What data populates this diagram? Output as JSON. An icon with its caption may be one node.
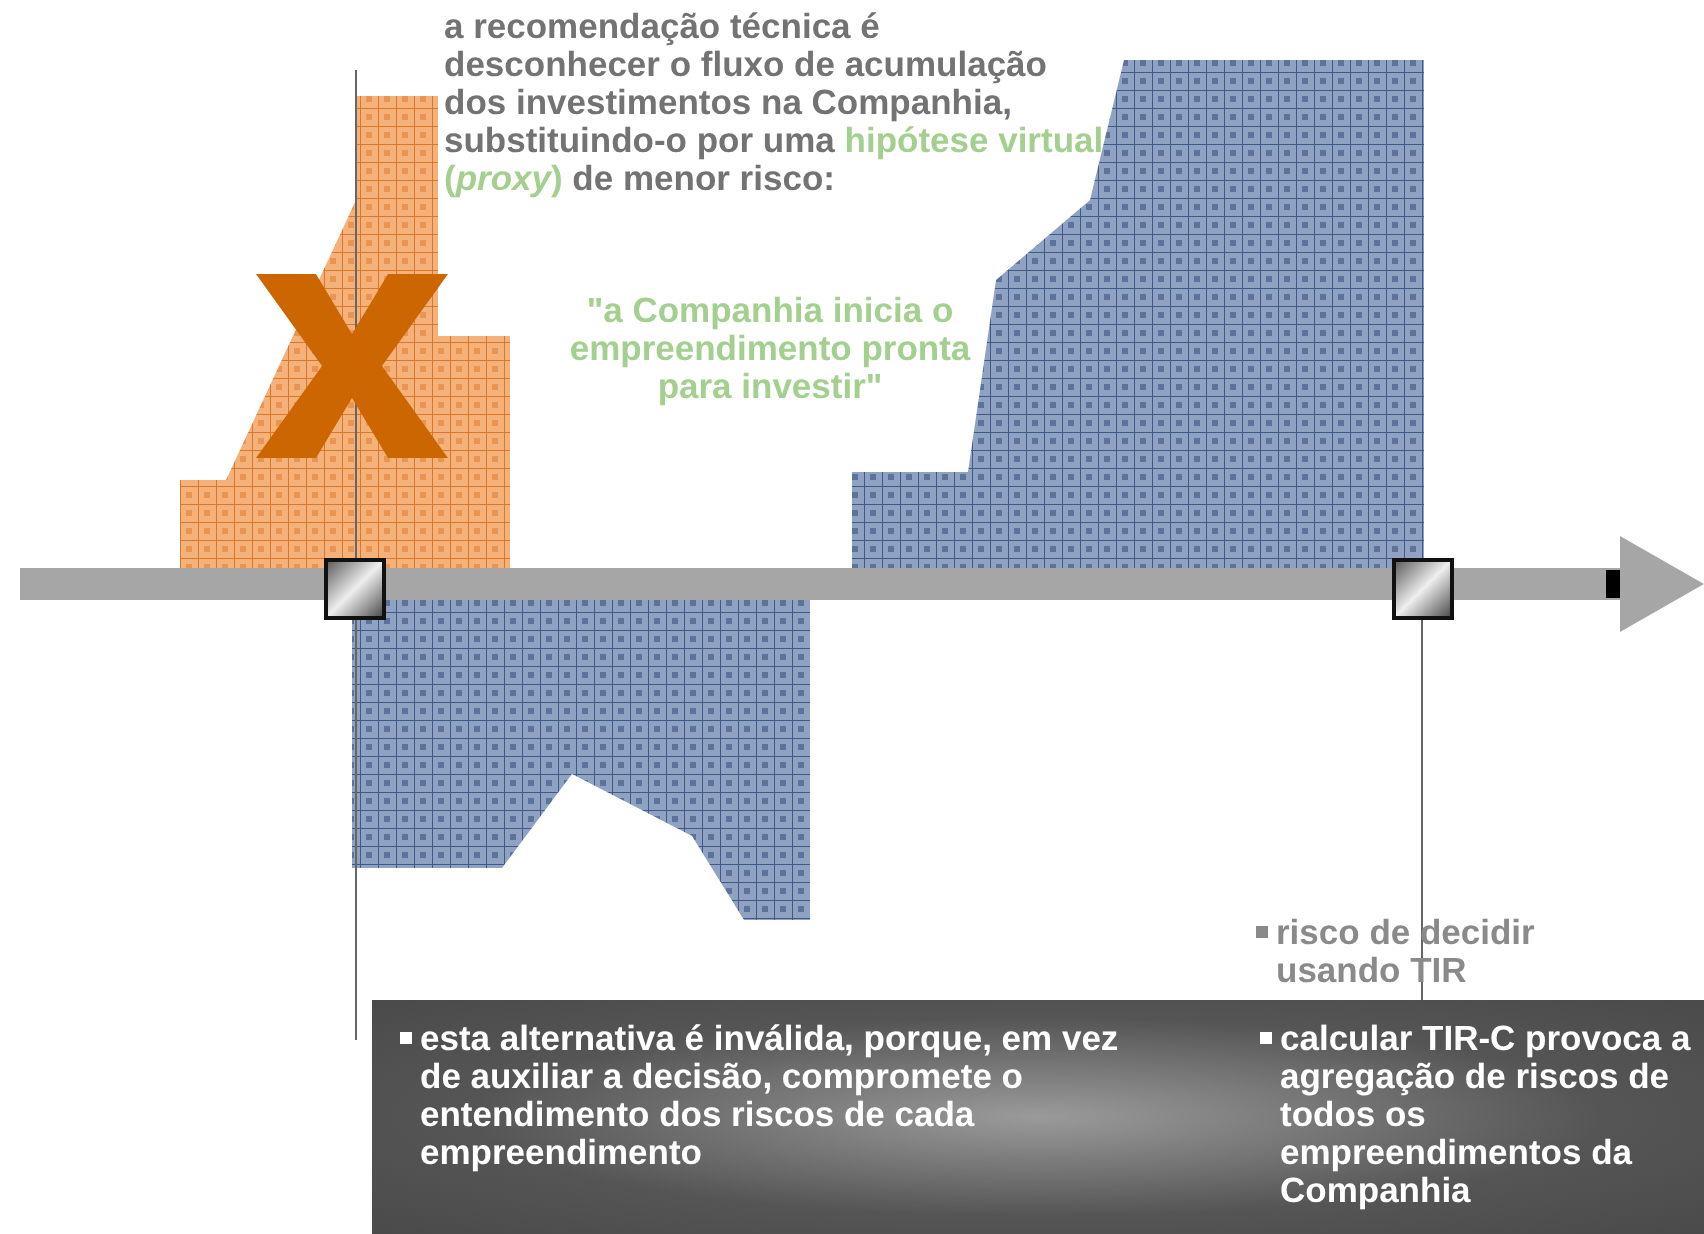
{
  "diagram": {
    "nodes": [
      {
        "text": [
          "esta alternativa é inválida, porque, em vez de auxiliar a decisão, compromete o entendimento dos riscos de cada empreendimento",
          "calcular TIR-C provoca a agregação de riscos de todos os empreendimentos da Companhia"
        ]
      }
    ],
    "labels": [
      "a recomendação técnica é desconhecer o fluxo de acumulação dos investimentos na Companhia, substituindo-o por uma **hipótese virtual (*proxy*)** de menor risco:",
      "\"a Companhia inicia o empreendimento pronta para investir\"",
      "risco de decidir usando TIR"
    ]
  }
}
